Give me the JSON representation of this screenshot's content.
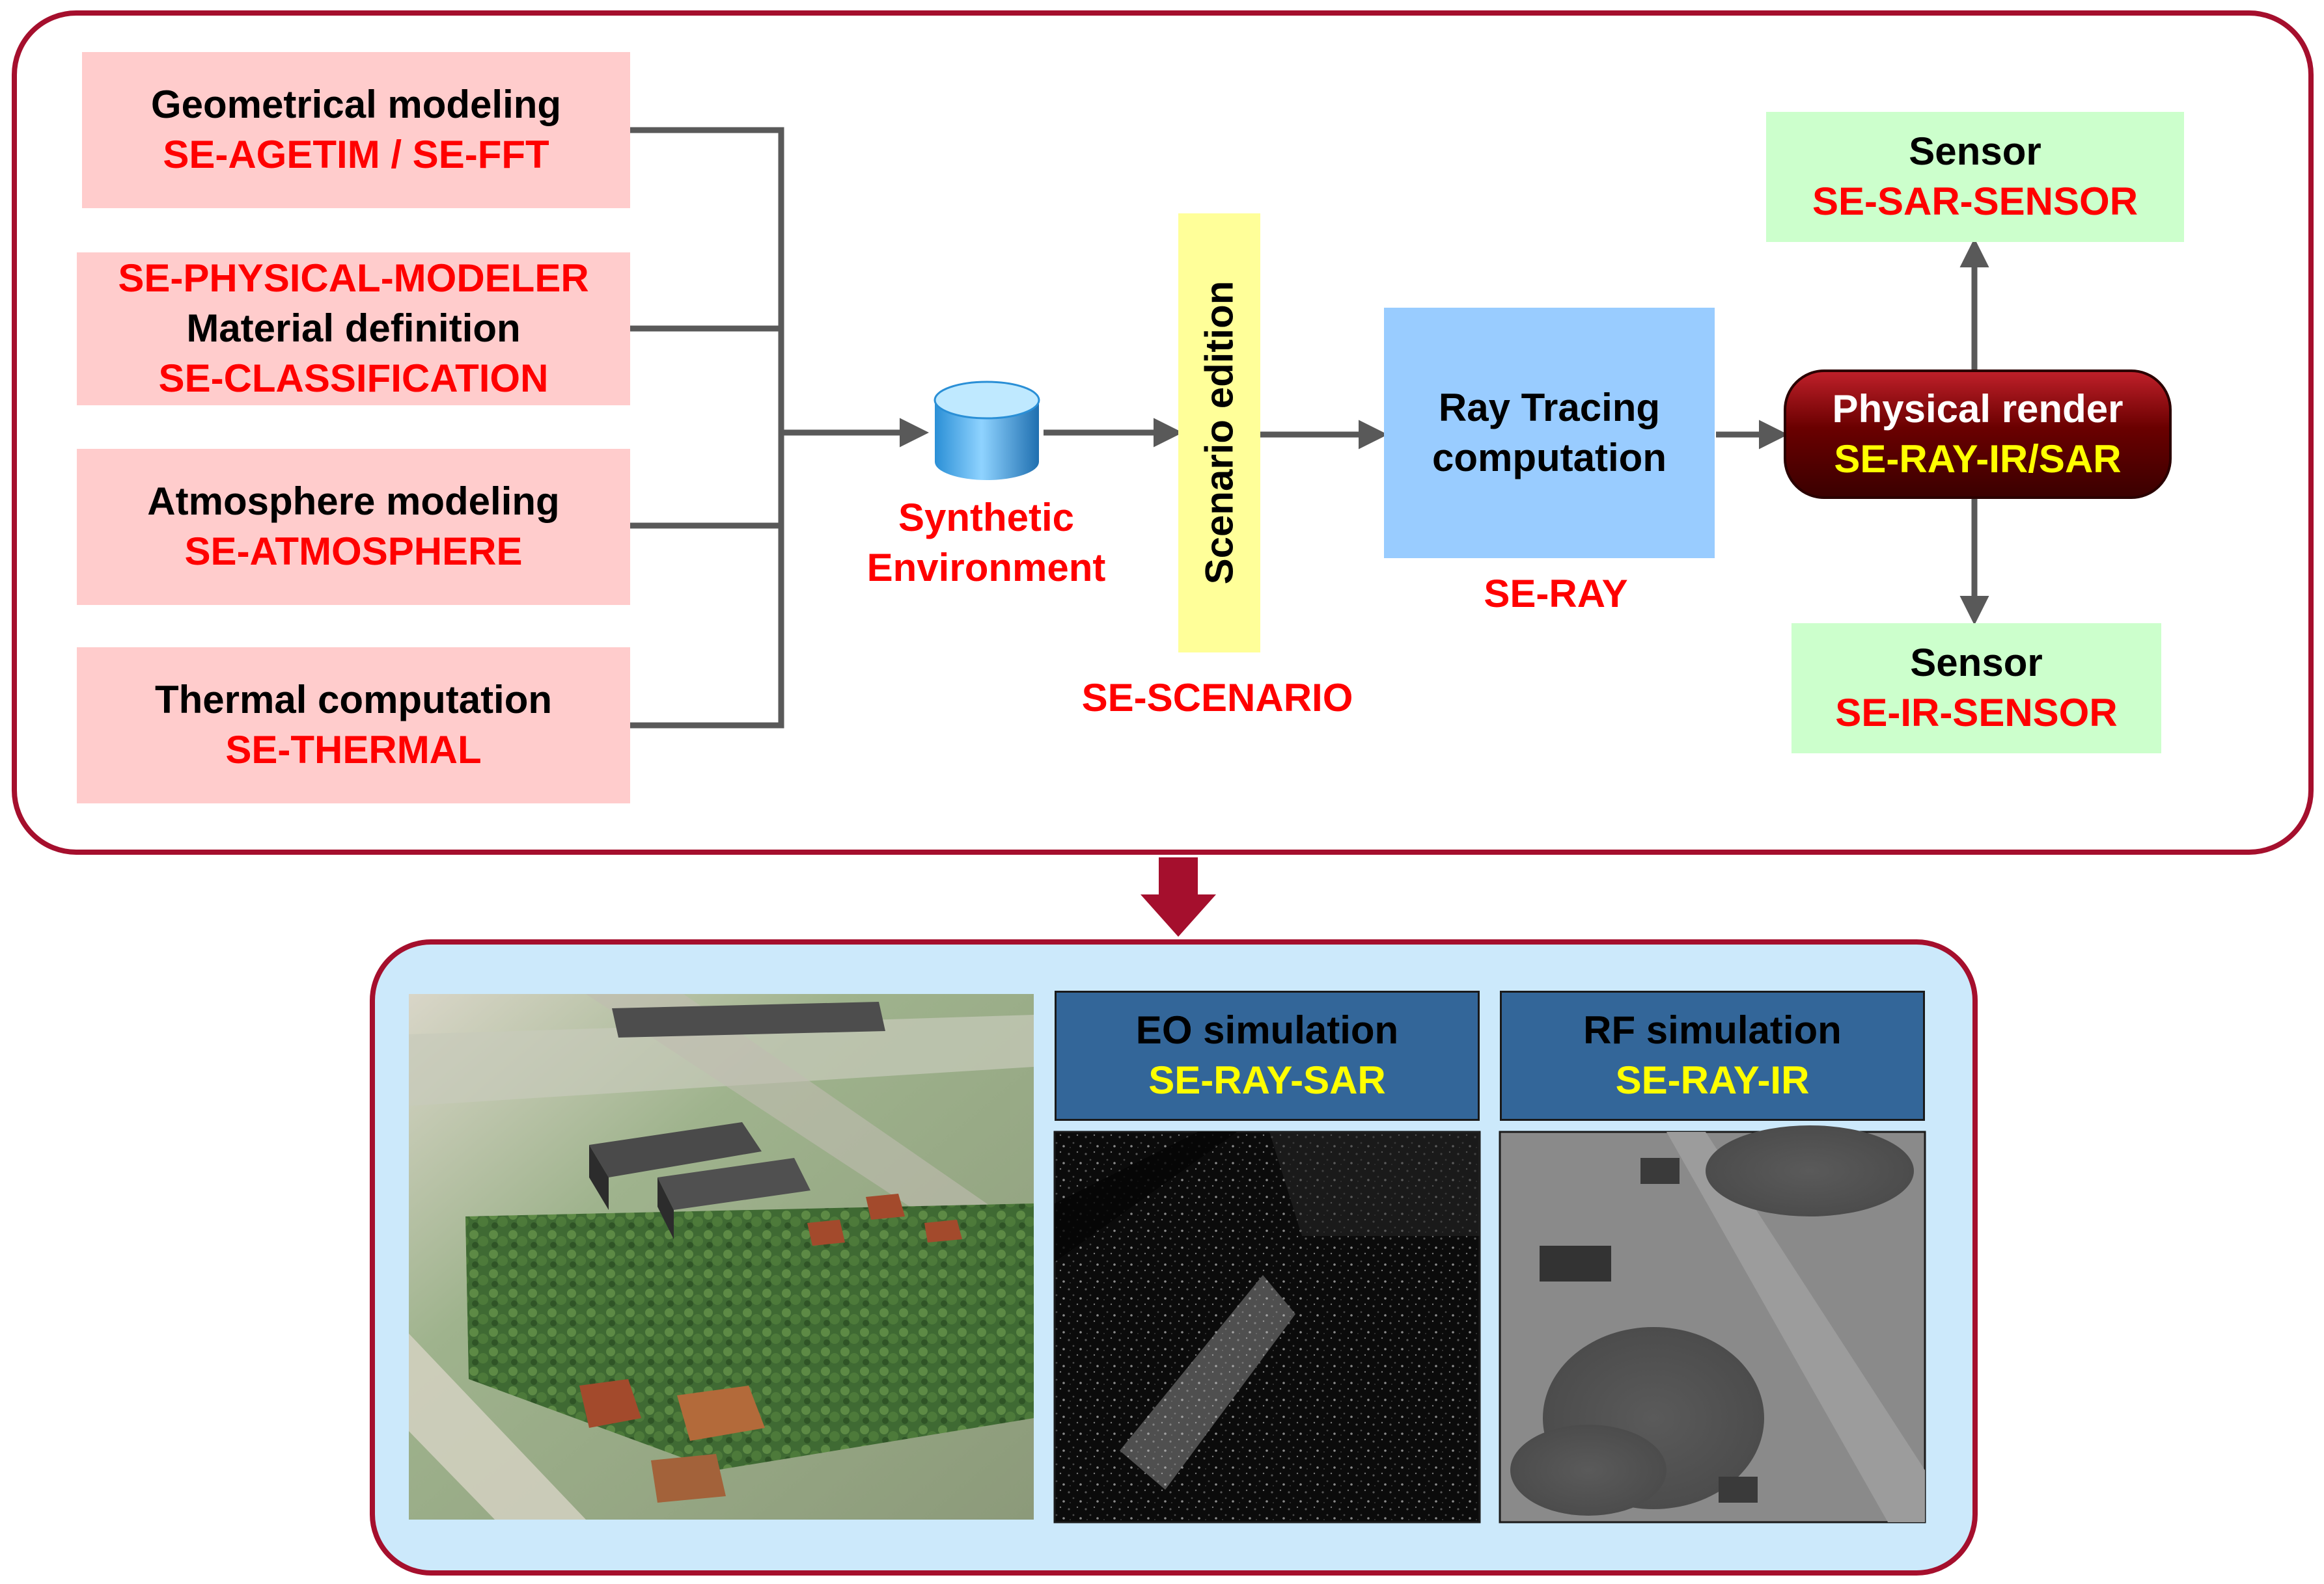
{
  "inputs": [
    {
      "title": "Geometrical modeling",
      "tool": "SE-AGETIM / SE-FFT"
    },
    {
      "tool_top": "SE-PHYSICAL-MODELER",
      "title": "Material definition",
      "tool": "SE-CLASSIFICATION"
    },
    {
      "title": "Atmosphere modeling",
      "tool": "SE-ATMOSPHERE"
    },
    {
      "title": "Thermal computation",
      "tool": "SE-THERMAL"
    }
  ],
  "synthetic_environment": {
    "line1": "Synthetic",
    "line2": "Environment",
    "icon": "database-icon"
  },
  "scenario": {
    "label": "Scenario edition",
    "tool": "SE-SCENARIO"
  },
  "ray_tracing": {
    "line1": "Ray Tracing",
    "line2": "computation",
    "tool": "SE-RAY"
  },
  "physical_render": {
    "title": "Physical render",
    "tool": "SE-RAY-IR/SAR"
  },
  "sensor_sar": {
    "title": "Sensor",
    "tool": "SE-SAR-SENSOR"
  },
  "sensor_ir": {
    "title": "Sensor",
    "tool": "SE-IR-SENSOR"
  },
  "eo_panel": {
    "title": "EO simulation",
    "tool": "SE-RAY-SAR"
  },
  "rf_panel": {
    "title": "RF simulation",
    "tool": "SE-RAY-IR"
  },
  "colors": {
    "frame": "#a50f2d",
    "connector": "#595959",
    "input_box": "#ffcccc",
    "sensor_box": "#ccffcc",
    "ray_box": "#99ccff",
    "scenario_bar": "#ffff99",
    "panel_title": "#336699",
    "bottom_bg": "#cce9fb"
  }
}
